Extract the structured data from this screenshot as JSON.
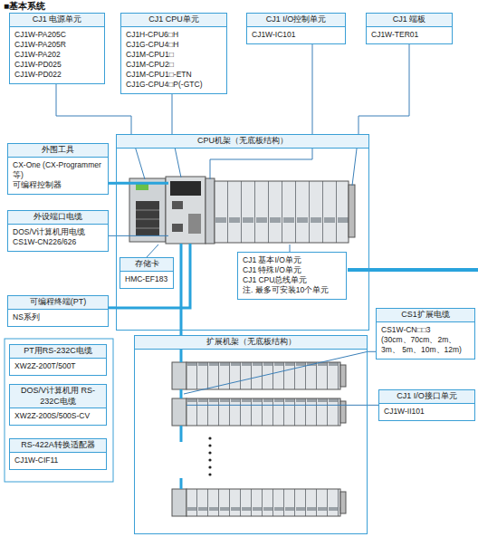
{
  "diagram": {
    "title": "■基本系统",
    "nodes": [
      {
        "text": [
          "CJ1 电源单元",
          "CJ1W-PA205C",
          "CJ1W-PA205R",
          "CJ1W-PA202",
          "CJ1W-PD025",
          "CJ1W-PD022"
        ]
      },
      {
        "text": [
          "CJ1 CPU单元",
          "CJ1H-CPU6□H",
          "CJ1G-CPU4□H",
          "CJ1M-CPU1□",
          "CJ1M-CPU2□",
          "CJ1M-CPU1□-ETN",
          "CJ1G-CPU4□P(-GTC)"
        ]
      },
      {
        "text": [
          "CJ1 I/O控制单元",
          "CJ1W-IC101"
        ]
      },
      {
        "text": [
          "CJ1 端板",
          "CJ1W-TER01"
        ]
      },
      {
        "text": [
          "外围工具",
          "CX-One (CX-Programmer等)",
          "可编程控制器"
        ]
      },
      {
        "text": [
          "外设端口电缆",
          "DOS/V计算机用电缆",
          "CS1W-CN226/626"
        ]
      },
      {
        "text": [
          "CPU机架（无底板结构）"
        ]
      },
      {
        "text": [
          "存储卡",
          "HMC-EF183"
        ],
        "in": 6
      },
      {
        "text": [
          "CJ1 基本I/O单元",
          "CJ1 特殊I/O单元",
          "CJ1 CPU总线单元",
          "注. 最多可安装10个单元"
        ],
        "in": 6
      },
      {
        "text": [
          "可编程终端(PT)",
          "NS系列"
        ]
      },
      {
        "text": [
          "CS1扩展电缆",
          "CS1W-CN□□3",
          "(30cm、70cm、2m、3m、 5m、10m、12m)"
        ]
      },
      {
        "text": [
          "扩展机架（无底板结构）"
        ]
      },
      {
        "text": [
          "CJ1 I/O接口单元",
          "CJ1W-II101"
        ]
      },
      {
        "text": [
          "PT用RS-232C电缆",
          "XW2Z-200T/500T"
        ]
      },
      {
        "text": [
          "DOS/V计算机用 RS-232C电缆",
          "XW2Z-200S/500S-CV"
        ]
      },
      {
        "text": [
          "RS-422A转换适配器",
          "CJ1W-CIF11"
        ]
      }
    ],
    "edges": [
      {
        "from": 0,
        "to": 6,
        "arrow": "none"
      },
      {
        "from": 1,
        "to": 6,
        "arrow": "none"
      },
      {
        "from": 2,
        "to": 6,
        "arrow": "none"
      },
      {
        "from": 3,
        "to": 6,
        "arrow": "none"
      },
      {
        "from": 4,
        "to": 6,
        "arrow": "none"
      },
      {
        "from": 5,
        "to": 6,
        "arrow": "none"
      },
      {
        "from": 9,
        "to": 6,
        "arrow": "none"
      },
      {
        "from": 10,
        "to": 11,
        "arrow": "none"
      },
      {
        "from": 12,
        "to": 11,
        "arrow": "none"
      }
    ]
  }
}
